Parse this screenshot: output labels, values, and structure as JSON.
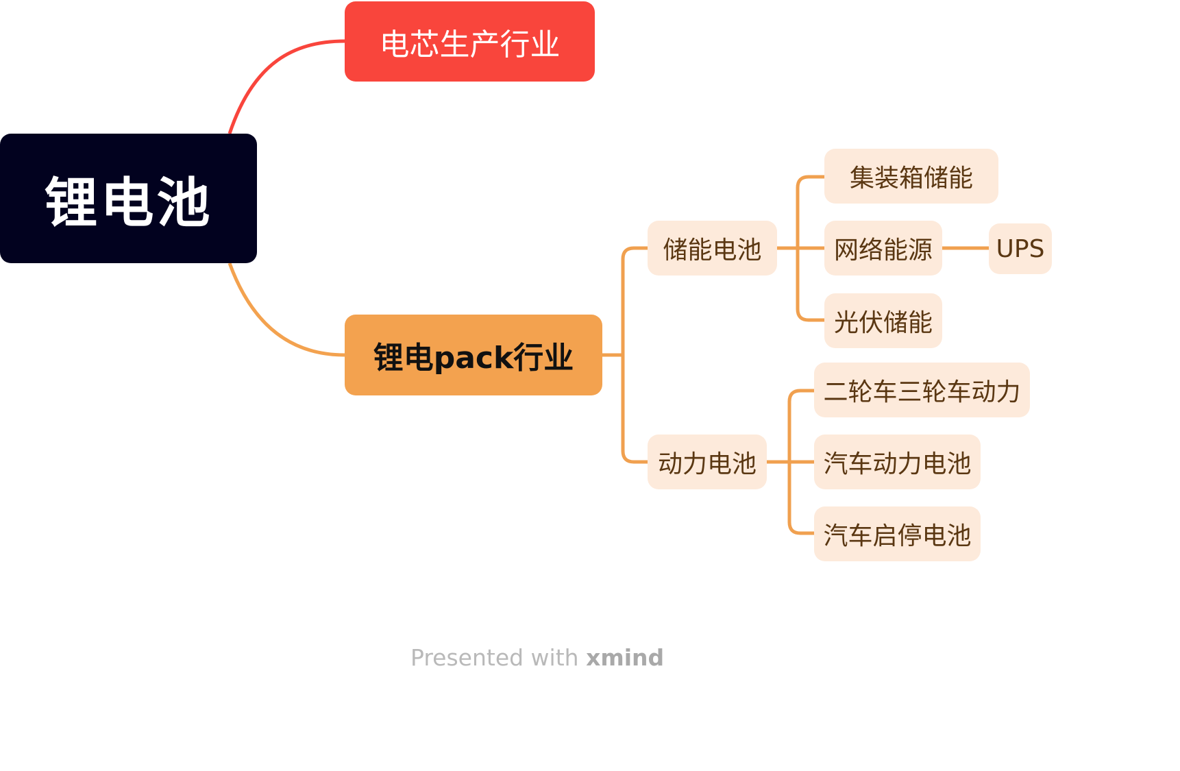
{
  "root": {
    "label": "锂电池"
  },
  "branches": [
    {
      "label": "电芯生产行业",
      "color": "#f9453c"
    },
    {
      "label": "锂电pack行业",
      "color": "#f3a24f",
      "children": [
        {
          "label": "储能电池",
          "children": [
            {
              "label": "集装箱储能"
            },
            {
              "label": "网络能源",
              "children": [
                {
                  "label": "UPS"
                }
              ]
            },
            {
              "label": "光伏储能"
            }
          ]
        },
        {
          "label": "动力电池",
          "children": [
            {
              "label": "二轮车三轮车动力"
            },
            {
              "label": "汽车动力电池"
            },
            {
              "label": "汽车启停电池"
            }
          ]
        }
      ]
    }
  ],
  "watermark": {
    "prefix": "Presented with ",
    "brand": "xmind"
  },
  "colors": {
    "root": "#02021f",
    "connector": "#f0a04f",
    "leaf_bg": "#fdeadb",
    "leaf_text": "#5a3712"
  }
}
